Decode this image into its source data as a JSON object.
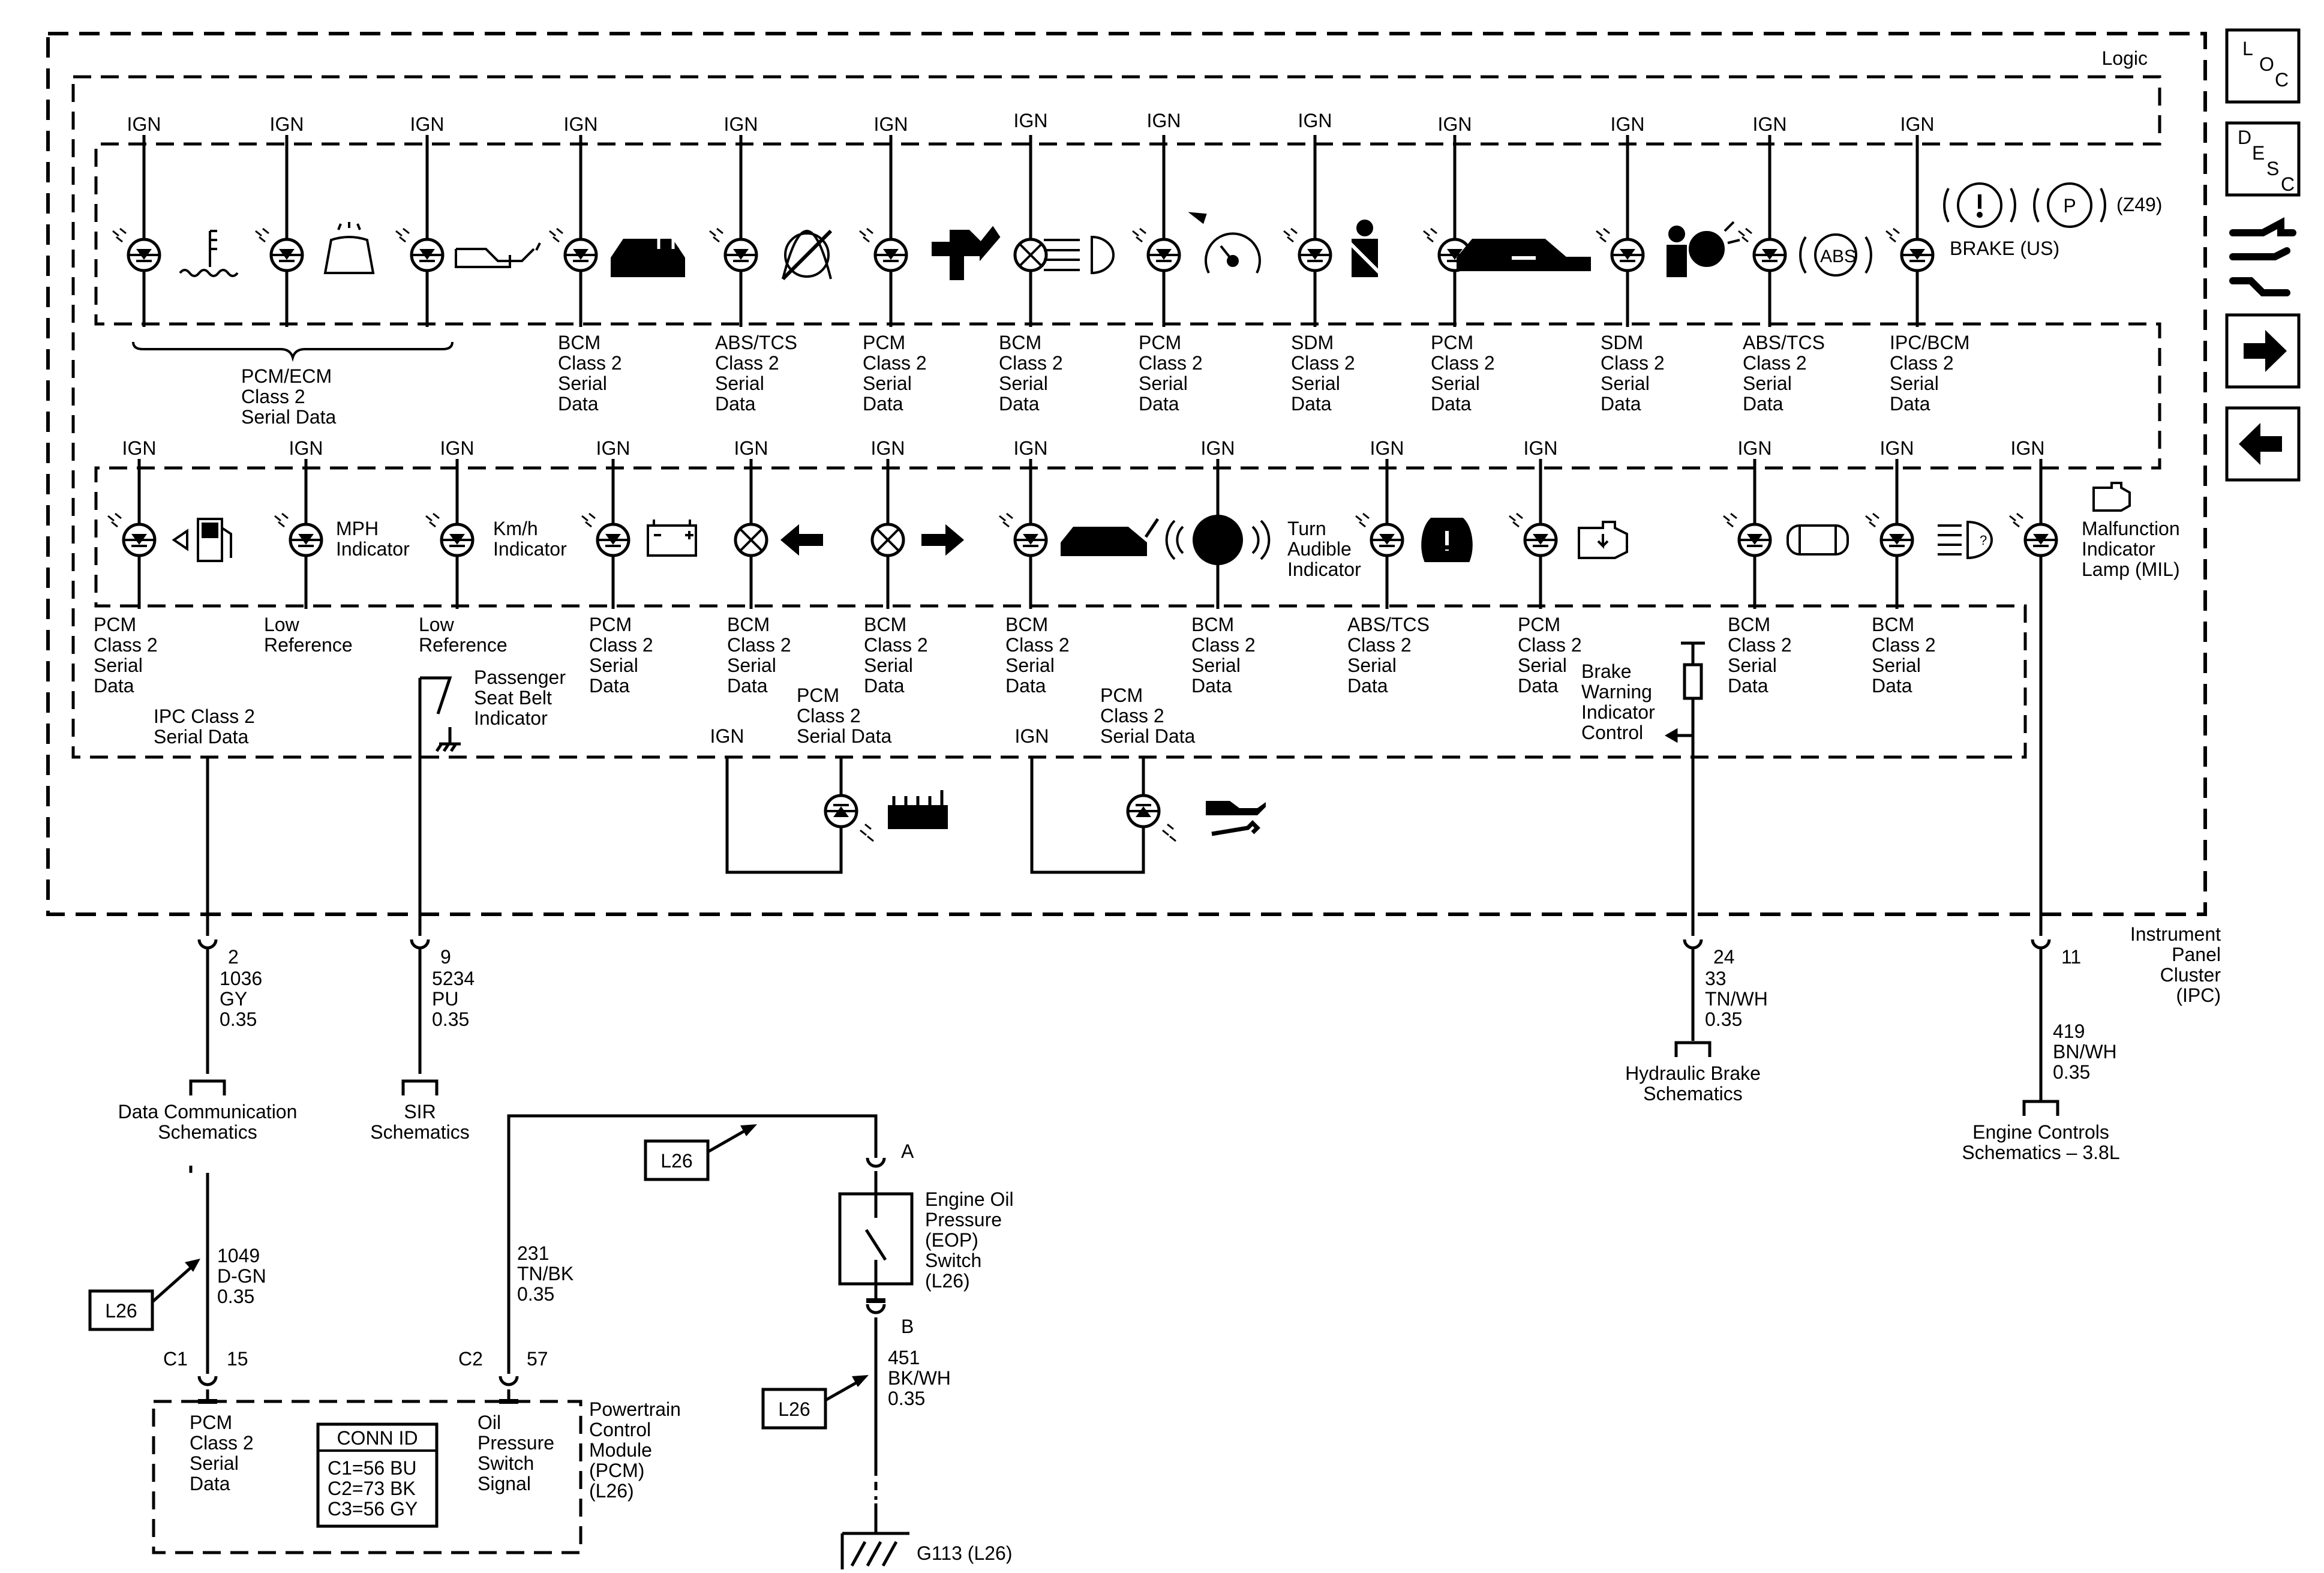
{
  "logic_label": "Logic",
  "ipc_label": [
    "Instrument",
    "Panel",
    "Cluster",
    "(IPC)"
  ],
  "nav": {
    "loc": [
      "L",
      "O",
      "C"
    ],
    "desc": [
      "D",
      "E",
      "S",
      "C"
    ],
    "icons": [
      "loc-tab",
      "desc-tab",
      "connector-view-icon",
      "next-arrow-icon",
      "prev-arrow-icon"
    ]
  },
  "ign": "IGN",
  "row1_sources": [
    [
      "PCM/ECM",
      "Class 2",
      "Serial Data"
    ],
    [
      "BCM",
      "Class 2",
      "Serial",
      "Data"
    ],
    [
      "ABS/TCS",
      "Class 2",
      "Serial",
      "Data"
    ],
    [
      "PCM",
      "Class 2",
      "Serial",
      "Data"
    ],
    [
      "BCM",
      "Class 2",
      "Serial",
      "Data"
    ],
    [
      "PCM",
      "Class 2",
      "Serial",
      "Data"
    ],
    [
      "SDM",
      "Class 2",
      "Serial",
      "Data"
    ],
    [
      "PCM",
      "Class 2",
      "Serial",
      "Data"
    ],
    [
      "SDM",
      "Class 2",
      "Serial",
      "Data"
    ],
    [
      "ABS/TCS",
      "Class 2",
      "Serial",
      "Data"
    ],
    [
      "IPC/BCM",
      "Class 2",
      "Serial",
      "Data"
    ]
  ],
  "brake_label": "BRAKE (US)",
  "z49": "(Z49)",
  "abs_badge": "ABS",
  "row2_labels": {
    "mph": [
      "MPH",
      "Indicator"
    ],
    "kmh": [
      "Km/h",
      "Indicator"
    ],
    "turn": [
      "Turn",
      "Audible",
      "Indicator"
    ],
    "mil": [
      "Malfunction",
      "Indicator",
      "Lamp (MIL)"
    ]
  },
  "row2_sources": [
    [
      "PCM",
      "Class 2",
      "Serial",
      "Data"
    ],
    [
      "Low",
      "Reference"
    ],
    [
      "Low",
      "Reference"
    ],
    [
      "PCM",
      "Class 2",
      "Serial",
      "Data"
    ],
    [
      "BCM",
      "Class 2",
      "Serial",
      "Data"
    ],
    [
      "BCM",
      "Class 2",
      "Serial",
      "Data"
    ],
    [
      "BCM",
      "Class 2",
      "Serial",
      "Data"
    ],
    [
      "BCM",
      "Class 2",
      "Serial",
      "Data"
    ],
    [
      "ABS/TCS",
      "Class 2",
      "Serial",
      "Data"
    ],
    [
      "PCM",
      "Class 2",
      "Serial",
      "Data"
    ],
    [
      "BCM",
      "Class 2",
      "Serial",
      "Data"
    ],
    [
      "BCM",
      "Class 2",
      "Serial",
      "Data"
    ]
  ],
  "ipc_serial": [
    "IPC Class 2",
    "Serial Data"
  ],
  "passenger_seatbelt": [
    "Passenger",
    "Seat Belt",
    "Indicator"
  ],
  "brake_warning": [
    "Brake",
    "Warning",
    "Indicator",
    "Control"
  ],
  "coolant_src": [
    "PCM",
    "Class 2",
    "Serial Data"
  ],
  "oil_src": [
    "PCM",
    "Class 2",
    "Serial Data"
  ],
  "pins": [
    {
      "pin": "2",
      "circuit": "1036",
      "color": "GY",
      "gauge": "0.35"
    },
    {
      "pin": "9",
      "circuit": "5234",
      "color": "PU",
      "gauge": "0.35"
    },
    {
      "pin": "24",
      "circuit": "33",
      "color": "TN/WH",
      "gauge": "0.35"
    },
    {
      "pin": "11",
      "circuit": "",
      "color": "",
      "gauge": ""
    }
  ],
  "mil_wire": {
    "circuit": "419",
    "color": "BN/WH",
    "gauge": "0.35"
  },
  "dest": {
    "data_comm": [
      "Data Communication",
      "Schematics"
    ],
    "sir": [
      "SIR",
      "Schematics"
    ],
    "hydraulic": [
      "Hydraulic Brake",
      "Schematics"
    ],
    "engine": [
      "Engine Controls",
      "Schematics – 3.8L"
    ]
  },
  "wire_1049": {
    "circuit": "1049",
    "color": "D-GN",
    "gauge": "0.35"
  },
  "wire_231": {
    "circuit": "231",
    "color": "TN/BK",
    "gauge": "0.35"
  },
  "wire_451": {
    "circuit": "451",
    "color": "BK/WH",
    "gauge": "0.35"
  },
  "l26": "L26",
  "pcm_conn": {
    "c1": "C1",
    "p15": "15",
    "c2": "C2",
    "p57": "57"
  },
  "pcm_box": {
    "left": [
      "PCM",
      "Class 2",
      "Serial",
      "Data"
    ],
    "right": [
      "Oil",
      "Pressure",
      "Switch",
      "Signal"
    ],
    "title": [
      "Powertrain",
      "Control",
      "Module",
      "(PCM)",
      "(L26)"
    ]
  },
  "conn_id": {
    "header": "CONN ID",
    "rows": [
      "C1=56 BU",
      "C2=73 BK",
      "C3=56 GY"
    ]
  },
  "eop": {
    "pin_a": "A",
    "pin_b": "B",
    "label": [
      "Engine Oil",
      "Pressure",
      "(EOP)",
      "Switch",
      "(L26)"
    ]
  },
  "ground": "G113 (L26)"
}
